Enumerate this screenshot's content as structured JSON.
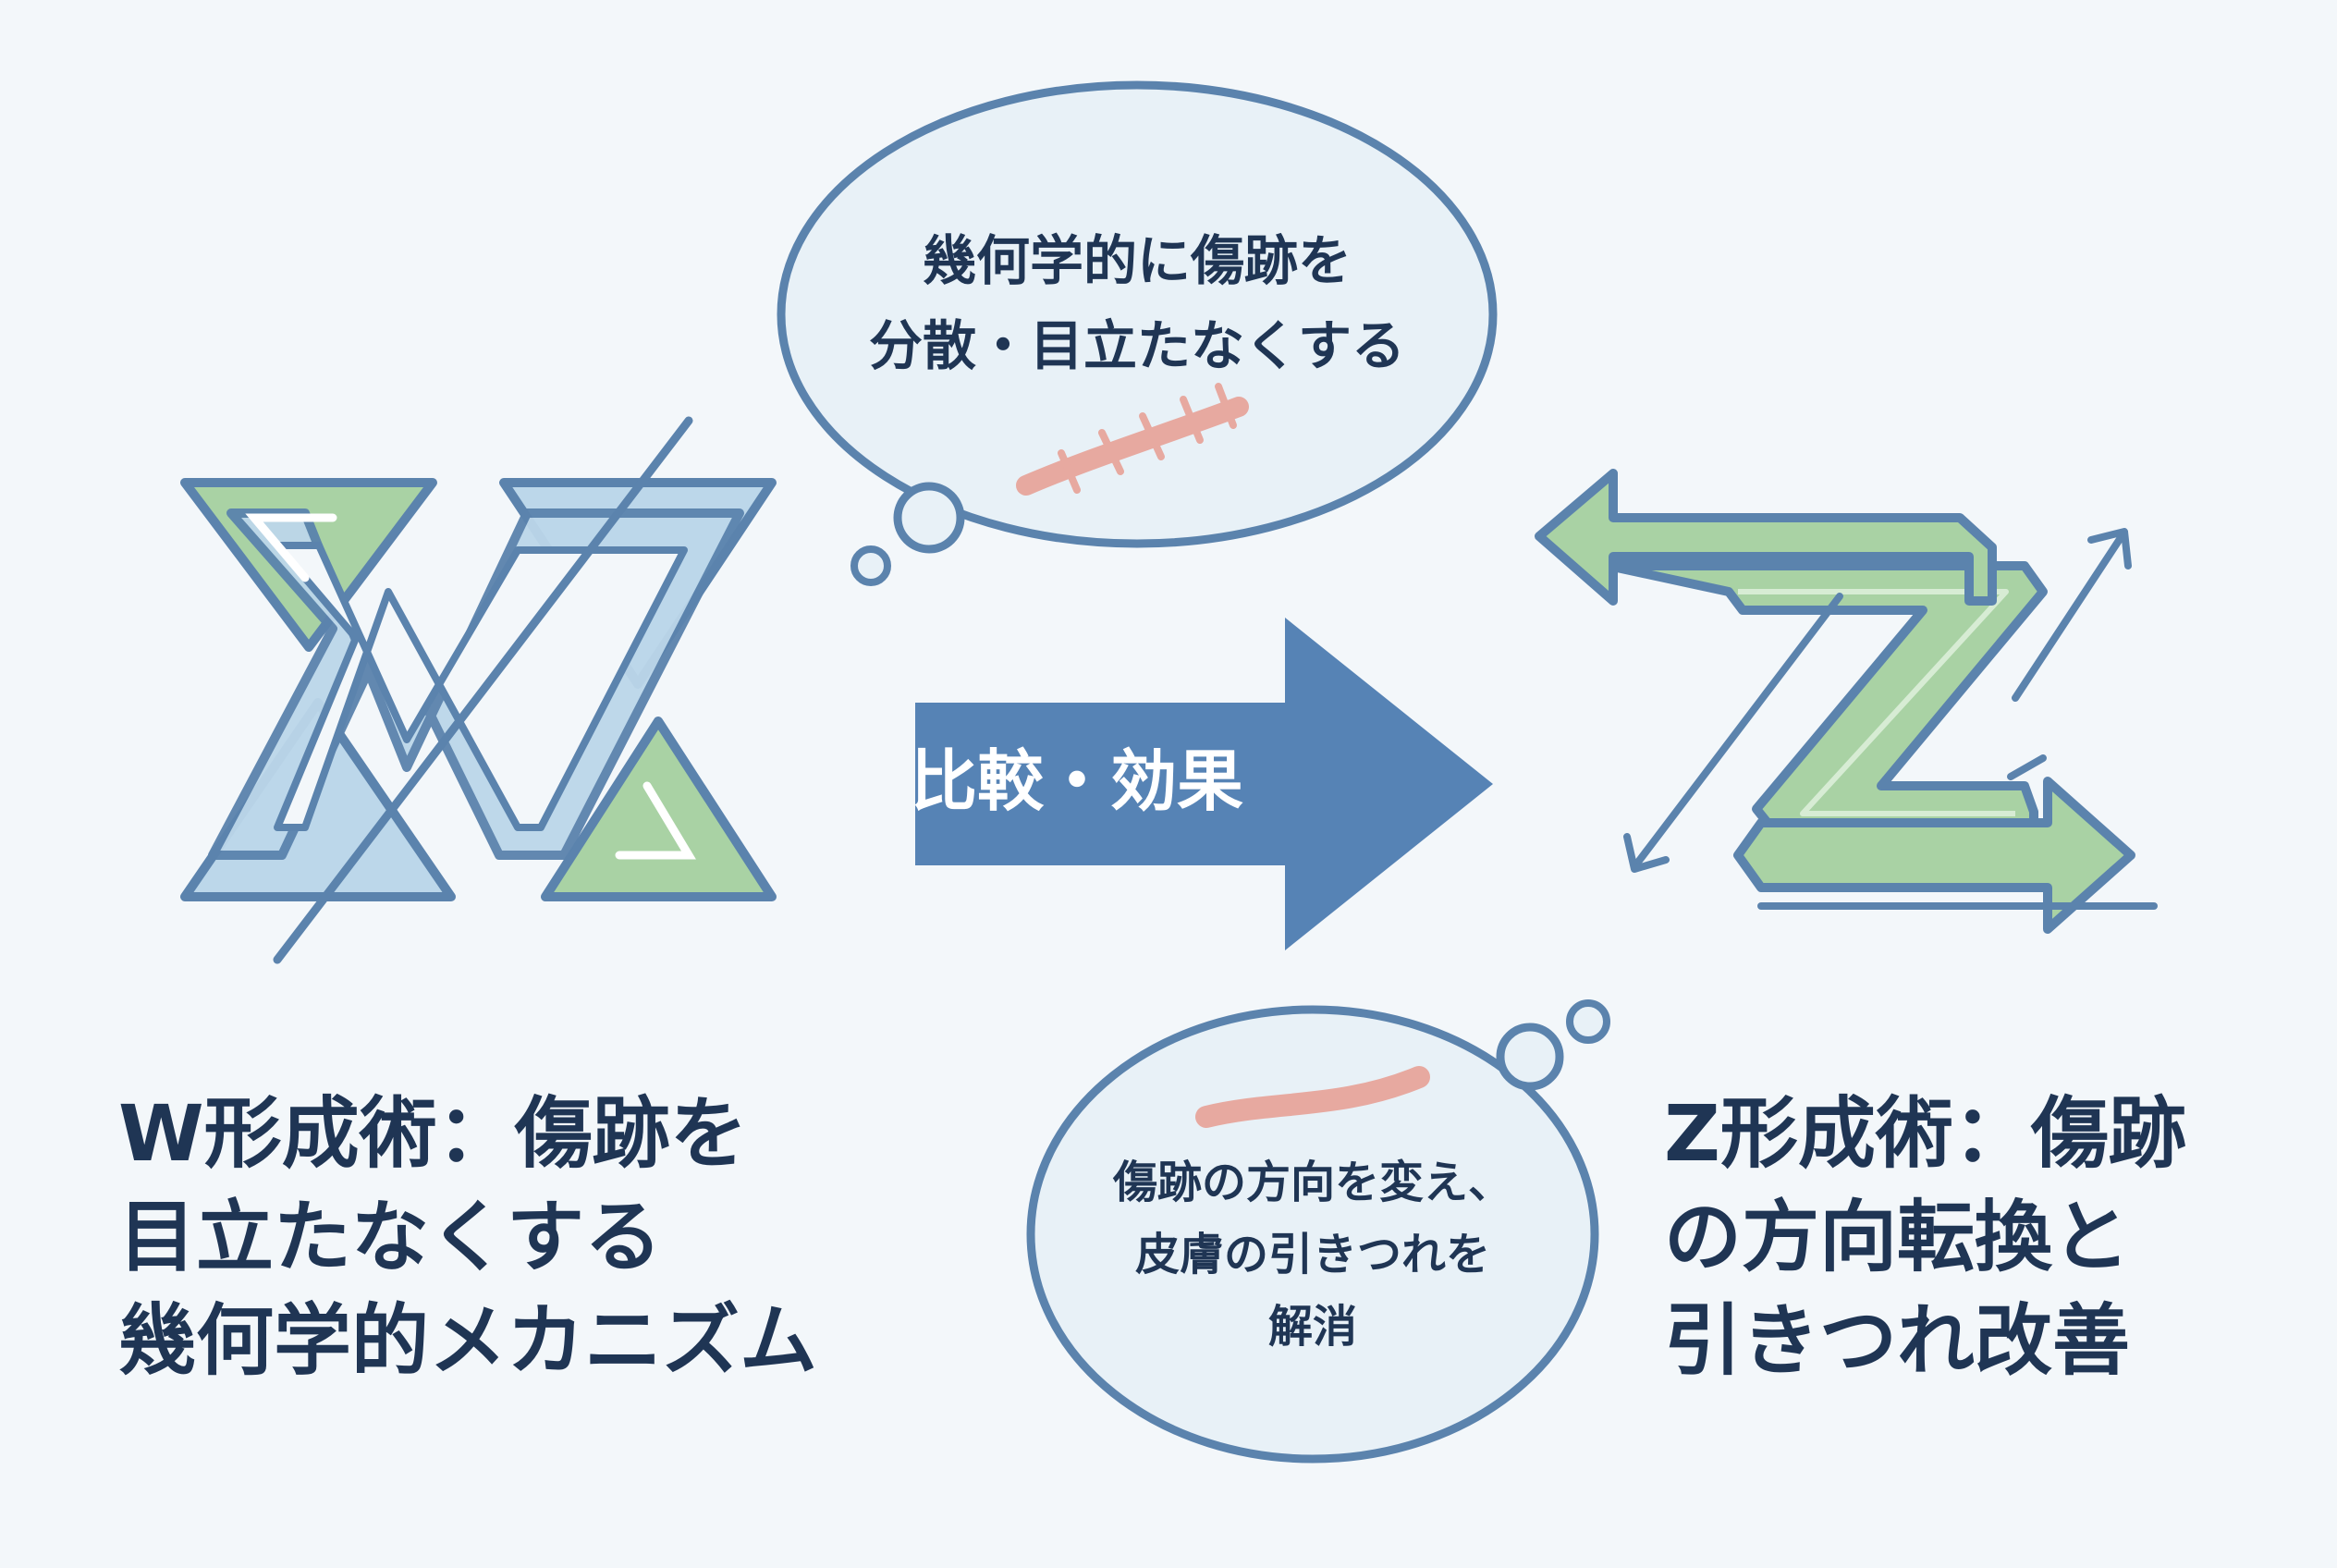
{
  "colors": {
    "background": "#f3f7fa",
    "navy_text": "#1f3554",
    "outline_blue": "#5b83ad",
    "light_blue_fill": "#b8d4e8",
    "green_fill": "#9ecb9a",
    "arrow_blue": "#5683b5",
    "scar_pink": "#e7a9a0"
  },
  "left": {
    "icon": "w-plasty-zigzag-icon",
    "caption_lines": [
      "W形成術：傷跡を",
      "目立たなくする",
      "幾何学的メカニズム"
    ]
  },
  "right": {
    "icon": "z-plasty-arrows-icon",
    "caption_lines": [
      "Z形成術：傷跡",
      "の方向転換と",
      "引きつれ改善"
    ]
  },
  "center_arrow": {
    "label": "比較・効果"
  },
  "bubble_top": {
    "lines": [
      "幾何学的に傷跡を",
      "分散・目立たなくする"
    ],
    "icon": "zigzag-scar-icon"
  },
  "bubble_bottom": {
    "lines": [
      "傷跡の方向を変え、",
      "皮膚の引きつれを",
      "解消"
    ],
    "icon": "smooth-scar-icon"
  }
}
